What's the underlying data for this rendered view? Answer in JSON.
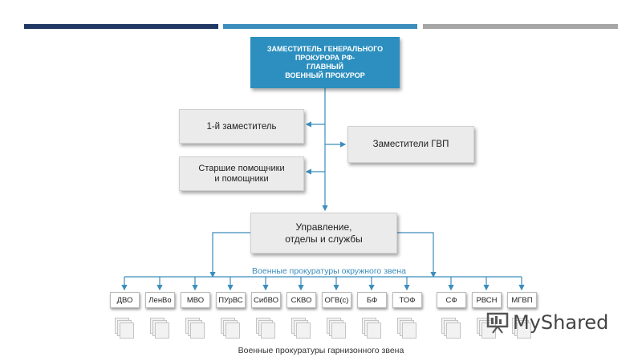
{
  "header_bars": [
    {
      "color": "#1f3864"
    },
    {
      "color": "#3c8dbc"
    },
    {
      "color": "#a6a6a6"
    }
  ],
  "diagram": {
    "top": "ЗАМЕСТИТЕЛЬ ГЕНЕРАЛЬНОГО\nПРОКУРОРА РФ-\nГЛАВНЫЙ\nВОЕННЫЙ ПРОКУРОР",
    "first_deputy": "1-й заместитель",
    "assistants": "Старшие помощники\nи помощники",
    "deputies": "Заместители ГВП",
    "departments": "Управление,\nотделы и службы",
    "district_level_label": "Военные прокуратуры окружного звена",
    "districts": [
      "ДВО",
      "ЛенВо",
      "МВО",
      "ПУрВС",
      "СибВО",
      "СКВО",
      "ОГВ(с)",
      "БФ",
      "ТОФ",
      "СФ",
      "РВСН",
      "МГВП"
    ],
    "garrison_level_label": "Военные прокуратуры гарнизонного звена"
  },
  "watermark": {
    "text": "MyShared",
    "icon": "presentation-board-icon"
  }
}
